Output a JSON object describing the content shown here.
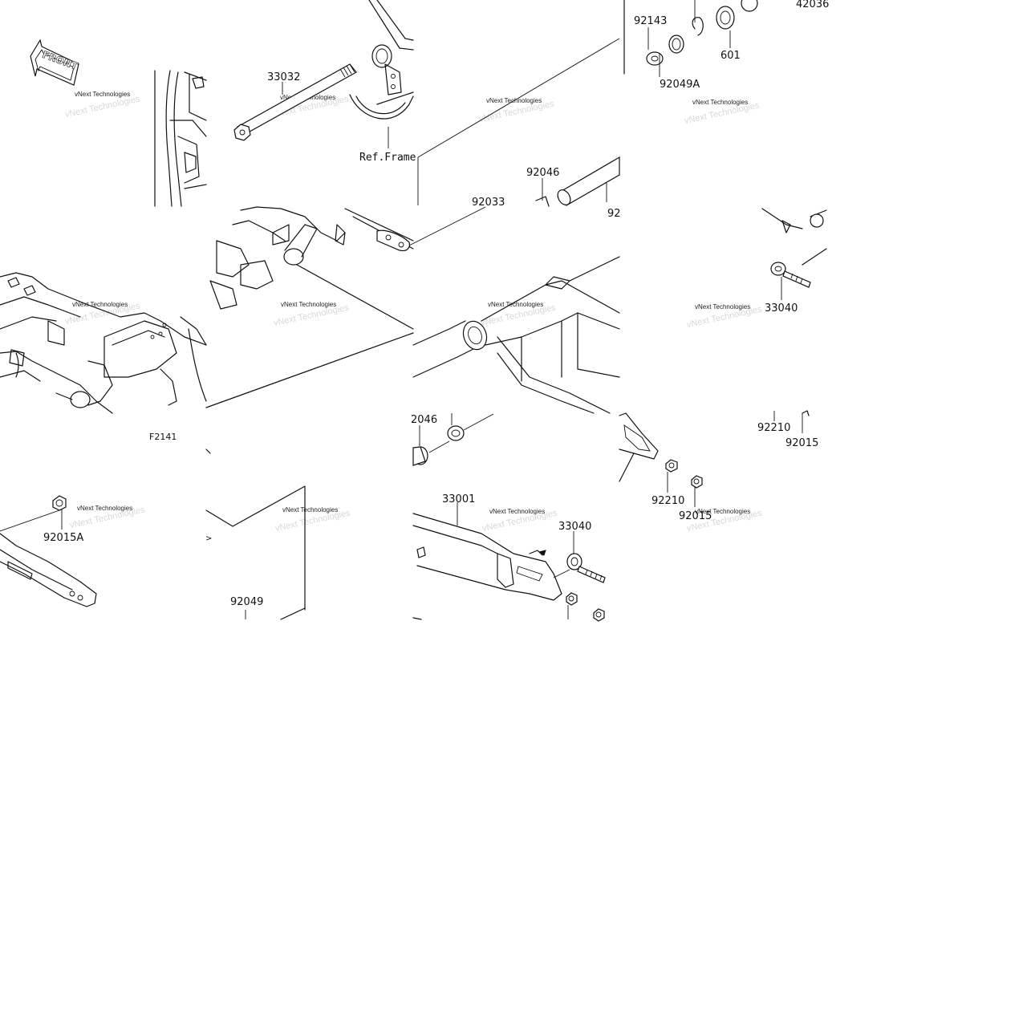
{
  "front_badge": {
    "text": "FRONT"
  },
  "figure_code": "F2141",
  "ref_frame": "Ref.Frame",
  "watermark": "vNext Technologies",
  "parts": {
    "p33032": "33032",
    "p92033": "92033",
    "p92046": "92046",
    "p92046_partial": "2046",
    "p92143": "92143",
    "p92049A": "92049A",
    "p601": "601",
    "p42036_partial": "42036",
    "p92_partial": "92",
    "p33040_a": "33040",
    "p33040_b": "33040",
    "p92210_a": "92210",
    "p92210_b": "92210",
    "p92015_a": "92015",
    "p92015_b": "92015",
    "p92015A": "92015A",
    "p33001": "33001",
    "p92049": "92049",
    "gt_mark": ">"
  }
}
